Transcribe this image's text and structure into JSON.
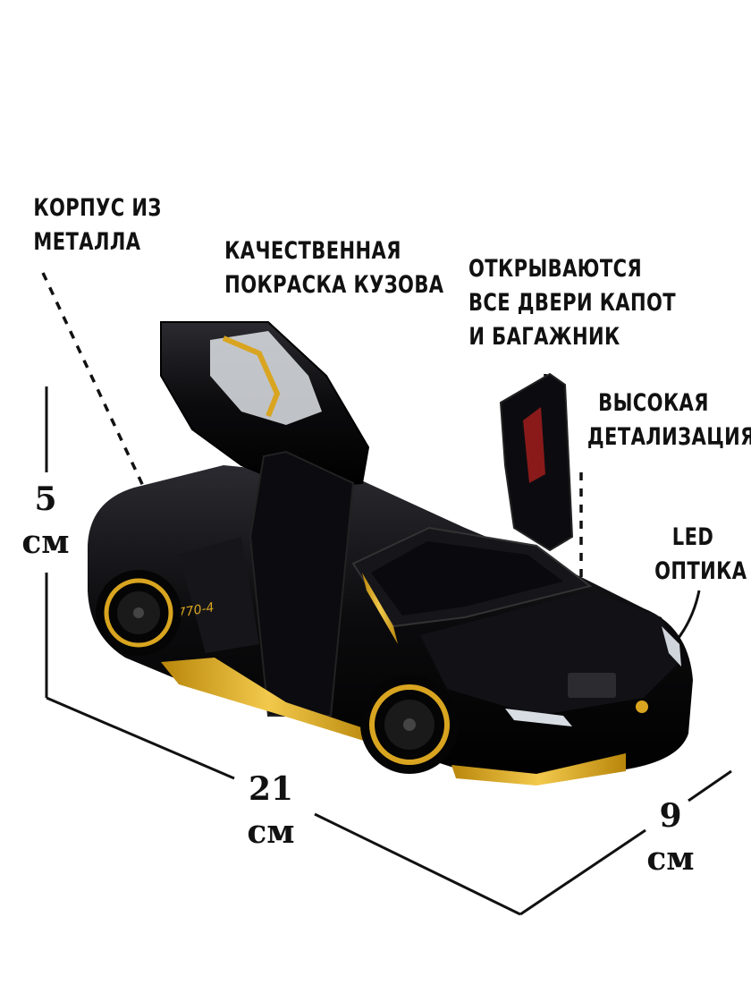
{
  "annotations": {
    "metal_body": [
      "КОРПУС ИЗ",
      "МЕТАЛЛА"
    ],
    "paint": [
      "КАЧЕСТВЕННАЯ",
      "ПОКРАСКА КУЗОВА"
    ],
    "doors": [
      "ОТКРЫВАЮТСЯ",
      "ВСЕ ДВЕРИ КАПОТ",
      "И БАГАЖНИК"
    ],
    "detail": [
      "ВЫСОКАЯ",
      "ДЕТАЛИЗАЦИЯ"
    ],
    "led": [
      "LED",
      "ОПТИКА"
    ]
  },
  "dimensions": {
    "height": {
      "value": "5",
      "unit": "см"
    },
    "length": {
      "value": "21",
      "unit": "см"
    },
    "width": {
      "value": "9",
      "unit": "см"
    }
  },
  "car": {
    "badge": "770-4"
  },
  "colors": {
    "body": "#0b0b0d",
    "accent": "#d9a520",
    "text": "#111111"
  }
}
